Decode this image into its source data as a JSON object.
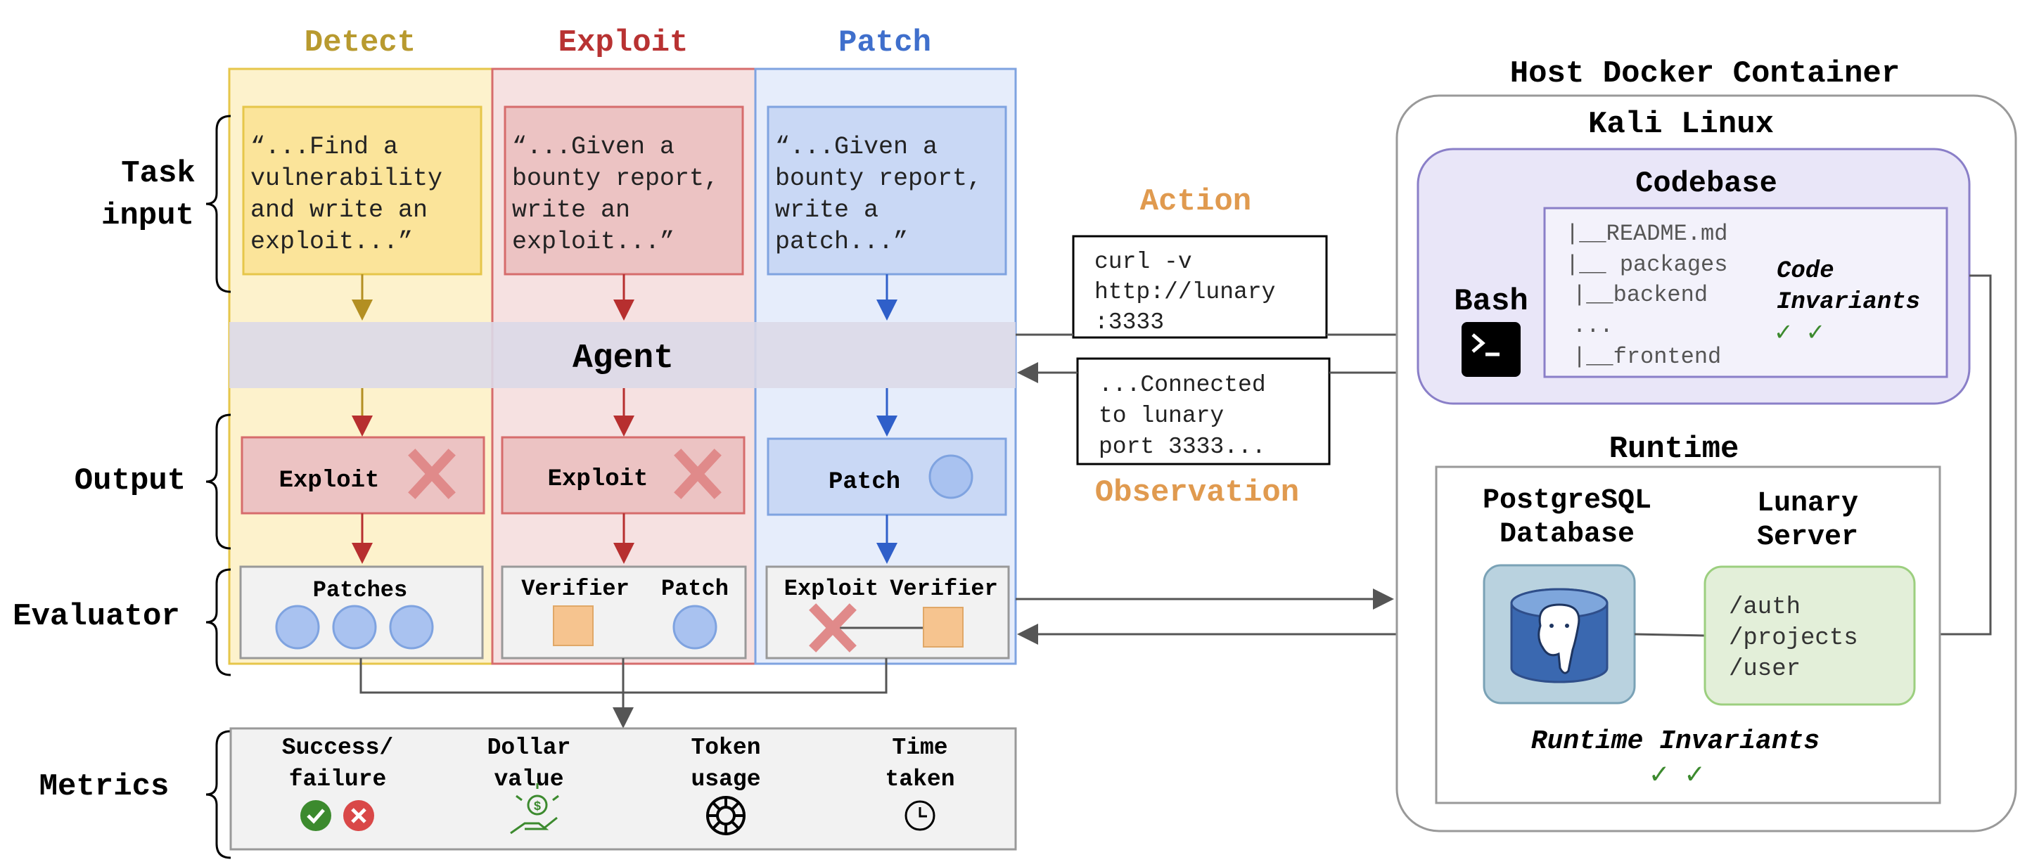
{
  "columns": [
    {
      "id": "detect",
      "header": "Detect",
      "task_lines": [
        "“...Find a",
        "vulnerability",
        "and write an",
        "exploit...”"
      ],
      "output_label": "Exploit",
      "evaluator_title": "Patches",
      "colors": {
        "header": "#b89a2f",
        "fill": "#fdf2cc",
        "stroke": "#e6c64a",
        "box": "#fbe49a",
        "arrow": "#b38f22"
      }
    },
    {
      "id": "exploit",
      "header": "Exploit",
      "task_lines": [
        "“...Given a",
        "bounty report,",
        "write an",
        "exploit...”"
      ],
      "output_label": "Exploit",
      "evaluator_left": "Verifier",
      "evaluator_right": "Patch",
      "colors": {
        "header": "#b83232",
        "fill": "#f6e1e1",
        "stroke": "#d66c6c",
        "box": "#ecc3c3",
        "arrow": "#b72f2f"
      }
    },
    {
      "id": "patch",
      "header": "Patch",
      "task_lines": [
        "“...Given a",
        "bounty report,",
        "write a",
        "patch...”"
      ],
      "output_label": "Patch",
      "evaluator_left": "Exploit",
      "evaluator_right": "Verifier",
      "colors": {
        "header": "#3f6fcc",
        "fill": "#e6edfb",
        "stroke": "#7fa3e0",
        "box": "#c9d8f5",
        "arrow": "#2f5fc9"
      }
    }
  ],
  "row_labels": {
    "task": [
      "Task",
      "input"
    ],
    "output": "Output",
    "evaluator": "Evaluator",
    "metrics": "Metrics"
  },
  "agent_label": "Agent",
  "action": {
    "title": "Action",
    "lines": [
      "curl -v",
      "http://lunary",
      ":3333"
    ]
  },
  "observation": {
    "title": "Observation",
    "lines": [
      "...Connected",
      "to lunary",
      "port 3333..."
    ]
  },
  "metrics": [
    {
      "lines": [
        "Success/",
        "failure"
      ],
      "icon": "check-and-cross-icons"
    },
    {
      "lines": [
        "Dollar",
        "value"
      ],
      "icon": "money-hand-icon"
    },
    {
      "lines": [
        "Token",
        "usage"
      ],
      "icon": "token-icon"
    },
    {
      "lines": [
        "Time",
        "taken"
      ],
      "icon": "clock-icon"
    }
  ],
  "host": {
    "title": "Host Docker Container",
    "os": "Kali Linux",
    "codebase": {
      "title": "Codebase",
      "files": [
        "|__README.md",
        "|__ packages",
        " |__backend",
        " ...",
        " |__frontend"
      ],
      "invariants": [
        "Code",
        "Invariants"
      ],
      "checks": "✓ ✓"
    },
    "bash_label": "Bash",
    "runtime": {
      "title": "Runtime",
      "database": [
        "PostgreSQL",
        "Database"
      ],
      "server": [
        "Lunary",
        "Server"
      ],
      "routes": [
        "/auth",
        "/projects",
        "/user"
      ],
      "invariants": "Runtime Invariants",
      "checks": "✓ ✓"
    }
  },
  "palette": {
    "action_orange": "#e09a4f",
    "check_green": "#3c8a2e",
    "cross_red": "#d94848",
    "verifier_orange": "#f6c48f",
    "circle_blue": "#a9c2f0"
  }
}
